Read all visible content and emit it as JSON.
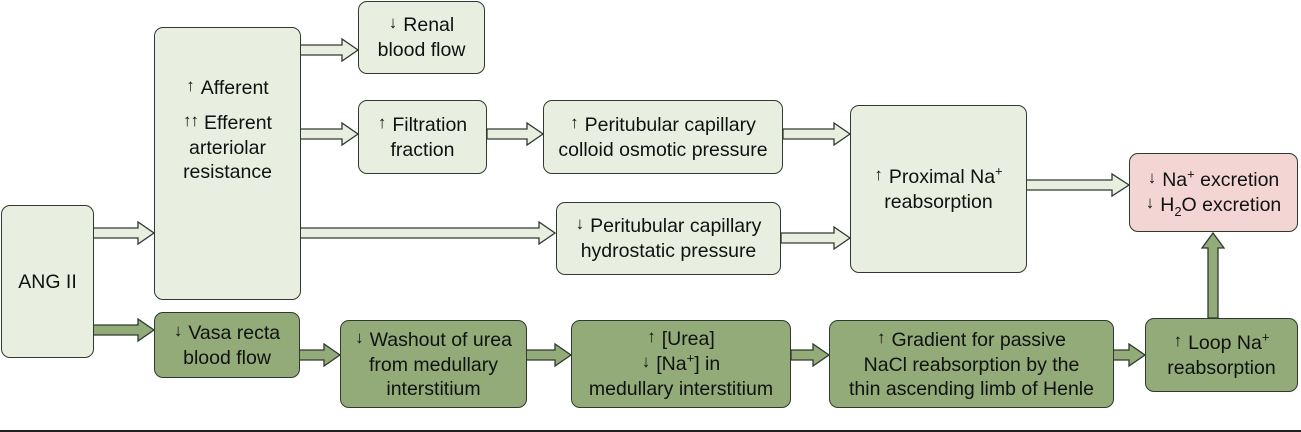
{
  "nodes": {
    "ang2": {
      "text": "ANG II"
    },
    "arteriolar": {
      "line1": "Afferent",
      "line2": "Efferent",
      "line3": "arteriolar",
      "line4": "resistance"
    },
    "renal_flow": {
      "line1": "Renal",
      "line2": "blood flow"
    },
    "filtration": {
      "line1": "Filtration",
      "line2": "fraction"
    },
    "colloid": {
      "line1": "Peritubular capillary",
      "line2": "colloid osmotic pressure"
    },
    "hydrostatic": {
      "line1": "Peritubular capillary",
      "line2": "hydrostatic pressure"
    },
    "proximal": {
      "line1": "Proximal Na",
      "sup": "+",
      "line2": "reabsorption"
    },
    "excretion": {
      "na": "Na",
      "na_sup": "+",
      "na_rest": " excretion",
      "h": "H",
      "h_sub": "2",
      "h_rest": "O excretion"
    },
    "vasa": {
      "line1": "Vasa recta",
      "line2": "blood flow"
    },
    "washout": {
      "line1": "Washout of urea",
      "line2": "from medullary",
      "line3": "interstitium"
    },
    "urea": {
      "line1": "[Urea]",
      "line2a": "[Na",
      "line2sup": "+",
      "line2b": "] in",
      "line3": "medullary interstitium"
    },
    "gradient": {
      "line1": "Gradient for passive",
      "line2": "NaCl reabsorption by the",
      "line3": "thin ascending limb of Henle"
    },
    "loop": {
      "line1": "Loop Na",
      "sup": "+",
      "line2": "reabsorption"
    }
  },
  "colors": {
    "light_fill": "#e9efe0",
    "dark_fill": "#93ab78",
    "pink_fill": "#f3d6d3",
    "stroke": "#2f3a2f"
  }
}
